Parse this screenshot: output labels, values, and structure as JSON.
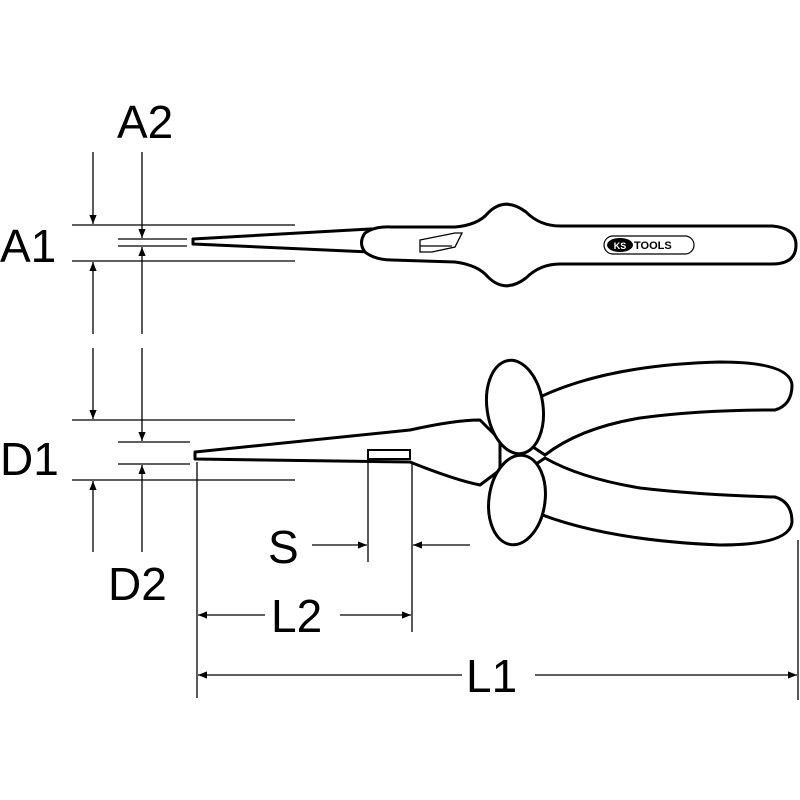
{
  "labels": {
    "A1": "A1",
    "A2": "A2",
    "D1": "D1",
    "D2": "D2",
    "S": "S",
    "L1": "L1",
    "L2": "L2"
  },
  "logo": {
    "brand": "KS",
    "suffix": "TOOLS"
  }
}
